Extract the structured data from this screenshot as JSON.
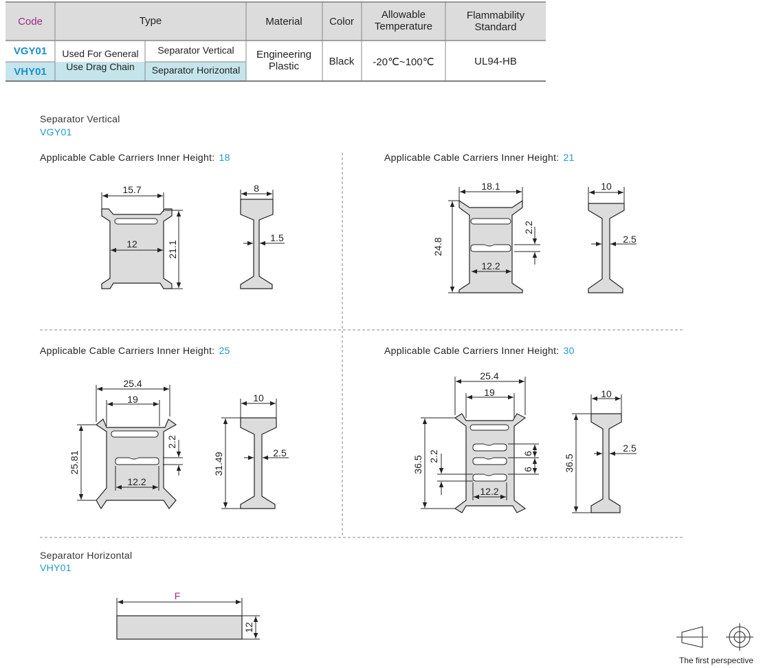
{
  "table": {
    "headers": {
      "code": "Code",
      "type": "Type",
      "material": "Material",
      "color": "Color",
      "temp_line1": "Allowable",
      "temp_line2": "Temperature",
      "flam_line1": "Flammability",
      "flam_line2": "Standard"
    },
    "rows": [
      {
        "code": "VGY01",
        "type_general": "Used For General",
        "sub_type": "Separator Vertical"
      },
      {
        "code": "VHY01",
        "type_general": "Use Drag Chain",
        "sub_type": "Separator Horizontal"
      }
    ],
    "material_line1": "Engineering",
    "material_line2": "Plastic",
    "color": "Black",
    "temperature": "-20℃~100℃",
    "flammability": "UL94-HB",
    "colors": {
      "header_bg": "#dcdcdc",
      "highlight_bg": "#c5e5ec",
      "code_blue": "#1b8fcb",
      "code_header": "#a0287e"
    }
  },
  "vertical": {
    "title": "Separator Vertical",
    "code": "VGY01",
    "header_prefix": "Applicable Cable Carriers Inner Height:",
    "panels": [
      {
        "height": "18",
        "dims": {
          "top": "15.7",
          "inner": "12",
          "height": "21.1",
          "side_top": "8",
          "side_web": "1.5"
        }
      },
      {
        "height": "21",
        "dims": {
          "top": "18.1",
          "slot_gap": "2.2",
          "height": "24.8",
          "slot": "12.2",
          "side_top": "10",
          "side_web": "2.5"
        }
      },
      {
        "height": "25",
        "dims": {
          "top": "25.4",
          "inner": "19",
          "slot_gap": "2.2",
          "height": "25.81",
          "slot": "12.2",
          "side_top": "10",
          "side_height": "31.49",
          "side_web": "2.5"
        }
      },
      {
        "height": "30",
        "dims": {
          "top": "25.4",
          "inner": "19",
          "height": "36.5",
          "slot_gap": "2.2",
          "slot_a": "6",
          "slot_b": "6",
          "slot": "12.2",
          "side_top": "10",
          "side_height": "36.5",
          "side_web": "2.5"
        }
      }
    ]
  },
  "horizontal": {
    "title": "Separator Horizontal",
    "code": "VHY01",
    "length_label": "F",
    "height_label": "12"
  },
  "projection_caption": "The first perspective"
}
